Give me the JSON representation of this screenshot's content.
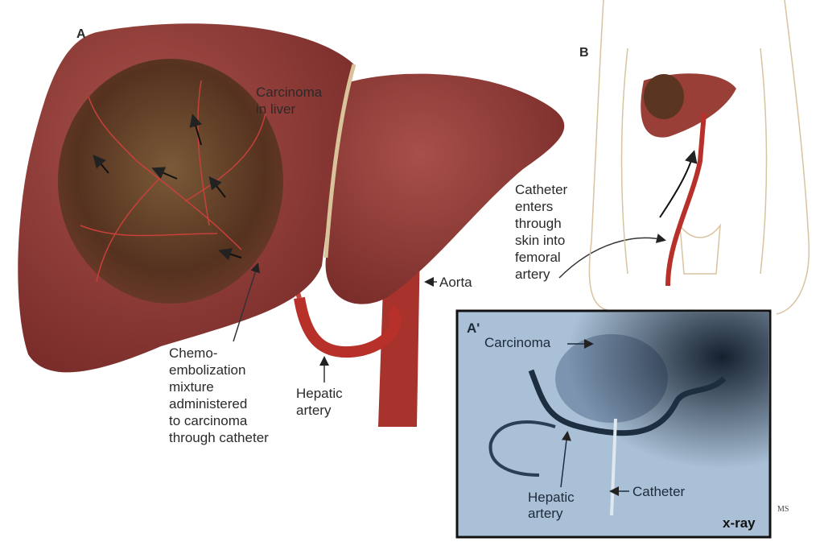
{
  "panel_a": {
    "label": "A",
    "carcinoma_label": [
      "Carcinoma",
      "in liver"
    ],
    "aorta_label": "Aorta",
    "chemo_label": [
      "Chemo-",
      "embolization",
      "mixture",
      "administered",
      "to carcinoma",
      "through catheter"
    ],
    "hepatic_label": [
      "Hepatic",
      "artery"
    ]
  },
  "panel_b": {
    "label": "B",
    "catheter_label": [
      "Catheter",
      "enters",
      "through",
      "skin into",
      "femoral",
      "artery"
    ]
  },
  "panel_a_prime": {
    "label": "A'",
    "carcinoma_label": "Carcinoma",
    "hepatic_label": [
      "Hepatic",
      "artery"
    ],
    "catheter_label": "Catheter",
    "xray_label": "x-ray"
  },
  "signature": "MS",
  "colors": {
    "liver": "#8e3a35",
    "tumor": "#5a3522",
    "artery": "#b8302a",
    "xray_bg": "#a9c0d6",
    "xray_dark": "#1c2e40"
  }
}
